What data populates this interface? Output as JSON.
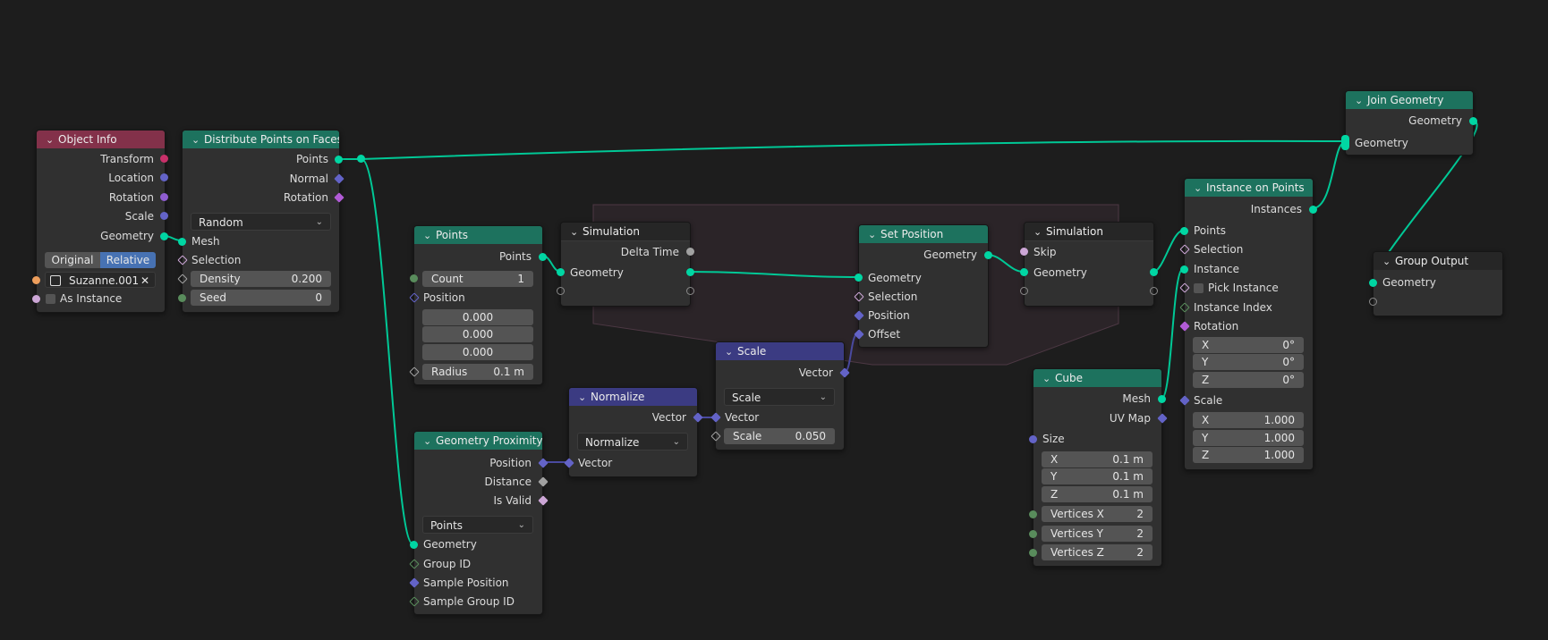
{
  "nodes": {
    "object_info": {
      "title": "Object Info",
      "outputs": [
        "Transform",
        "Location",
        "Rotation",
        "Scale",
        "Geometry"
      ],
      "mode_original": "Original",
      "mode_relative": "Relative",
      "object": "Suzanne.001",
      "as_instance": "As Instance"
    },
    "distribute": {
      "title": "Distribute Points on Faces",
      "outputs": [
        "Points",
        "Normal",
        "Rotation"
      ],
      "method": "Random",
      "mesh": "Mesh",
      "selection": "Selection",
      "density_label": "Density",
      "density_value": "0.200",
      "seed_label": "Seed",
      "seed_value": "0"
    },
    "points": {
      "title": "Points",
      "output": "Points",
      "count_label": "Count",
      "count_value": "1",
      "position": "Position",
      "pos_values": [
        "0.000",
        "0.000",
        "0.000"
      ],
      "radius_label": "Radius",
      "radius_value": "0.1 m"
    },
    "simulation_in": {
      "title": "Simulation",
      "delta_time": "Delta Time",
      "geometry": "Geometry"
    },
    "set_position": {
      "title": "Set Position",
      "output": "Geometry",
      "inputs": [
        "Geometry",
        "Selection",
        "Position",
        "Offset"
      ]
    },
    "simulation_out": {
      "title": "Simulation",
      "skip": "Skip",
      "geometry": "Geometry"
    },
    "scale": {
      "title": "Scale",
      "output": "Vector",
      "mode": "Scale",
      "input": "Vector",
      "scale_label": "Scale",
      "scale_value": "0.050"
    },
    "normalize": {
      "title": "Normalize",
      "output": "Vector",
      "mode": "Normalize",
      "input": "Vector"
    },
    "geometry_proximity": {
      "title": "Geometry Proximity",
      "outputs": [
        "Position",
        "Distance",
        "Is Valid"
      ],
      "mode": "Points",
      "inputs": [
        "Geometry",
        "Group ID",
        "Sample Position",
        "Sample Group ID"
      ]
    },
    "cube": {
      "title": "Cube",
      "outputs": [
        "Mesh",
        "UV Map"
      ],
      "size": "Size",
      "size_fields": [
        {
          "label": "X",
          "value": "0.1 m"
        },
        {
          "label": "Y",
          "value": "0.1 m"
        },
        {
          "label": "Z",
          "value": "0.1 m"
        }
      ],
      "verts": [
        {
          "label": "Vertices X",
          "value": "2"
        },
        {
          "label": "Vertices Y",
          "value": "2"
        },
        {
          "label": "Vertices Z",
          "value": "2"
        }
      ]
    },
    "instance_on_points": {
      "title": "Instance on Points",
      "output": "Instances",
      "inputs": [
        "Points",
        "Selection",
        "Instance"
      ],
      "pick_instance": "Pick Instance",
      "instance_index": "Instance Index",
      "rotation": "Rotation",
      "rot_fields": [
        {
          "label": "X",
          "value": "0°"
        },
        {
          "label": "Y",
          "value": "0°"
        },
        {
          "label": "Z",
          "value": "0°"
        }
      ],
      "scale": "Scale",
      "scale_fields": [
        {
          "label": "X",
          "value": "1.000"
        },
        {
          "label": "Y",
          "value": "1.000"
        },
        {
          "label": "Z",
          "value": "1.000"
        }
      ]
    },
    "join_geometry": {
      "title": "Join Geometry",
      "output": "Geometry",
      "input": "Geometry"
    },
    "group_output": {
      "title": "Group Output",
      "input": "Geometry"
    }
  },
  "colors": {
    "geometry_socket": "#00d6a3",
    "vector_socket": "#6363c7",
    "float_socket": "#a1a1a1",
    "int_socket": "#598c5c",
    "bool_socket": "#cca6d6",
    "matrix_socket": "#f5a623",
    "object_socket": "#ed9e5c",
    "wire_geometry": "#00c896",
    "wire_vector": "#4a4aa0",
    "zone": "#3a2833"
  }
}
